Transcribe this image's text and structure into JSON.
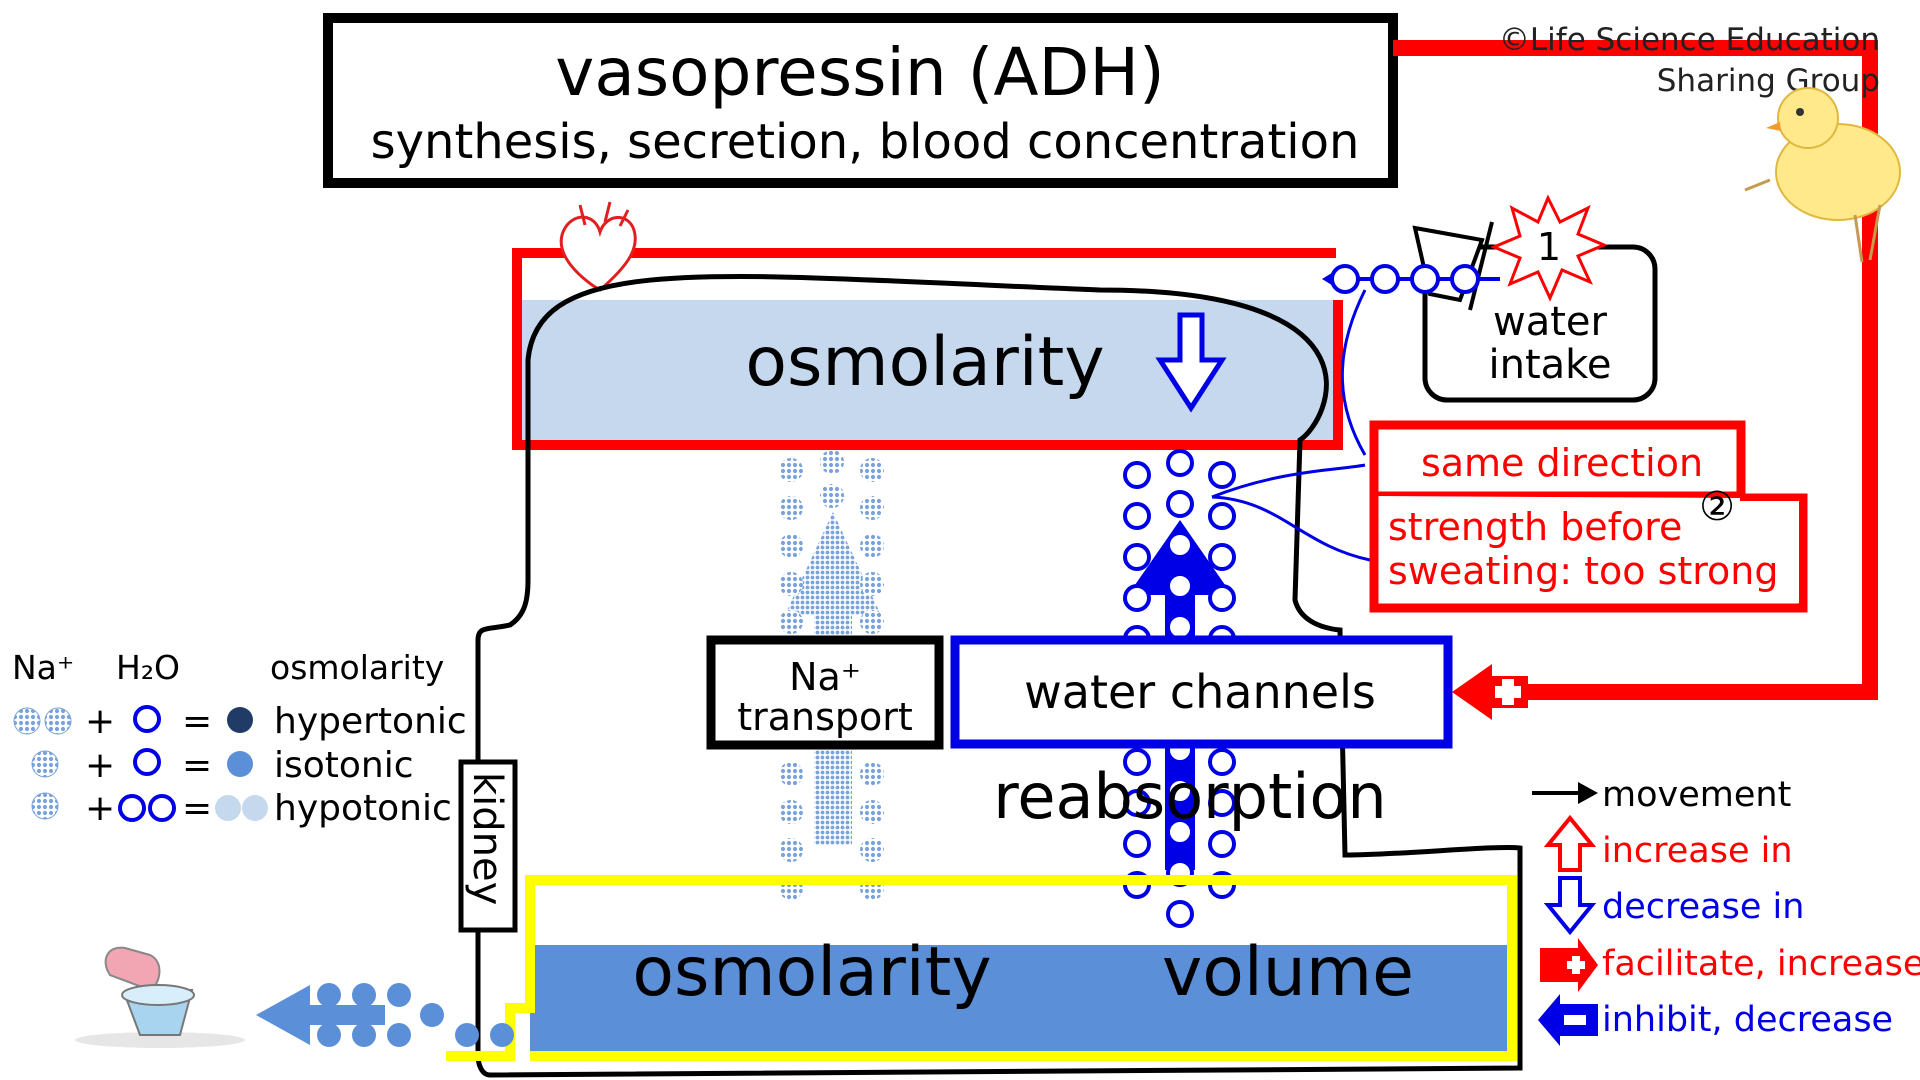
{
  "header": {
    "title": "vasopressin (ADH)",
    "subtitle": "synthesis, secretion, blood concentration"
  },
  "credit": {
    "line1": "©Life Science Education",
    "line2": "Sharing Group"
  },
  "blood": {
    "label": "osmolarity"
  },
  "water_intake": {
    "line1": "water",
    "line2": "intake",
    "step_number": "1"
  },
  "notes": {
    "same_direction": "same direction",
    "step_number": "②",
    "strength_line1": "strength before",
    "strength_line2": "sweating: too strong"
  },
  "kidney": {
    "label": "kidney",
    "na_line1": "Na⁺",
    "na_line2": "transport",
    "water_channels": "water channels",
    "reabsorption": "reabsorption"
  },
  "urine": {
    "osmolarity": "osmolarity",
    "volume": "volume"
  },
  "key": {
    "h_na": "Na⁺",
    "h_h2o": "H₂O",
    "h_osm": "osmolarity",
    "plus": "+",
    "eq": "=",
    "row1": "hypertonic",
    "row2": "isotonic",
    "row3": "hypotonic"
  },
  "legend": {
    "movement": "movement",
    "increase": "increase in",
    "decrease": "decrease in",
    "facilitate": "facilitate, increase",
    "inhibit": "inhibit, decrease"
  },
  "colors": {
    "red": "#ff0000",
    "blue": "#0000e6",
    "blood_fill": "#c5d8ee",
    "urine_fill": "#5b8fd8",
    "yellow": "#ffff00",
    "dark_dot": "#1f3b66",
    "mid_dot": "#5b8fd8",
    "light_dot": "#c5d8ee"
  },
  "icons": [
    "heart-icon",
    "toilet-icon",
    "chick-icon",
    "cup-icon",
    "starburst-icon"
  ]
}
